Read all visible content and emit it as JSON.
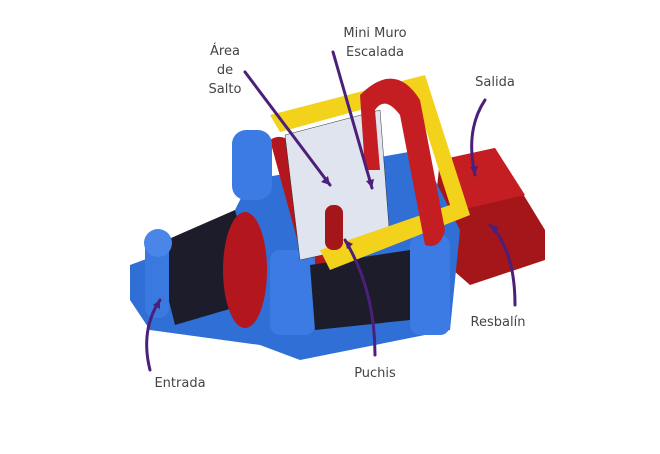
{
  "labels": {
    "jump_area": "Área\nde\nSalto",
    "climbing_wall": "Mini Muro\nEscalada",
    "exit": "Salida",
    "slide": "Resbalín",
    "punchers": "Puchis",
    "entrance": "Entrada"
  },
  "colors": {
    "arrow": "#4b1f7a",
    "blue": "#2f6fd6",
    "red": "#b3161c",
    "yellow": "#f2d21b",
    "text": "#444444"
  }
}
